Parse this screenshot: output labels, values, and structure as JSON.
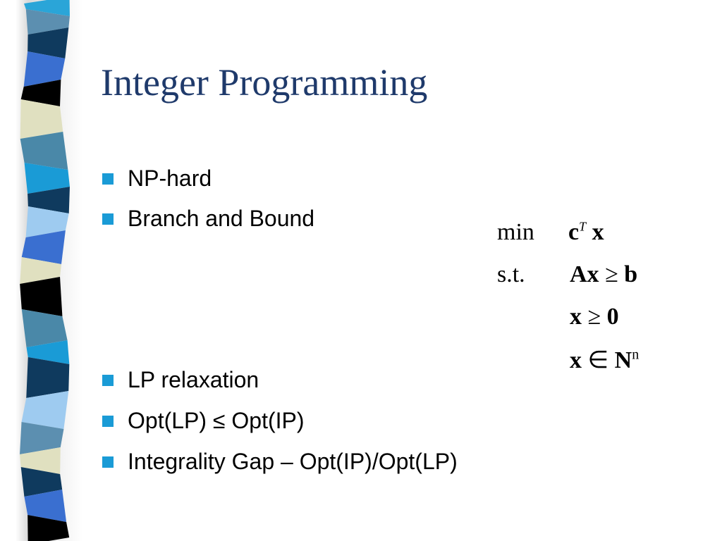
{
  "slide": {
    "title": "Integer Programming",
    "bullets": [
      "NP-hard",
      "Branch and Bound",
      "LP relaxation",
      "Opt(LP) ≤ Opt(IP)",
      "Integrality Gap – Opt(IP)/Opt(LP)"
    ],
    "formulation": {
      "min_label": "min",
      "st_label": "s.t.",
      "objective": {
        "vec": "c",
        "sup": "T",
        "var": "x"
      },
      "constraints": [
        {
          "lhs": "Ax",
          "op": "≥",
          "rhs": "b"
        },
        {
          "lhs": "x",
          "op": "≥",
          "rhs": "0"
        },
        {
          "lhs": "x",
          "op": "∈",
          "rhs": "N",
          "sup": "n"
        }
      ]
    }
  },
  "colors": {
    "title": "#1f3a6b",
    "bullet_marker": "#1a9bd6",
    "strip_palette": [
      "#2aa5d8",
      "#5c8fb0",
      "#0f3a5e",
      "#3a6fd0",
      "#000000",
      "#e0e0c0",
      "#9ecbf0",
      "#1a9bd6",
      "#4a88a8"
    ]
  },
  "icons": {
    "bullet": "square-bullet-icon"
  }
}
